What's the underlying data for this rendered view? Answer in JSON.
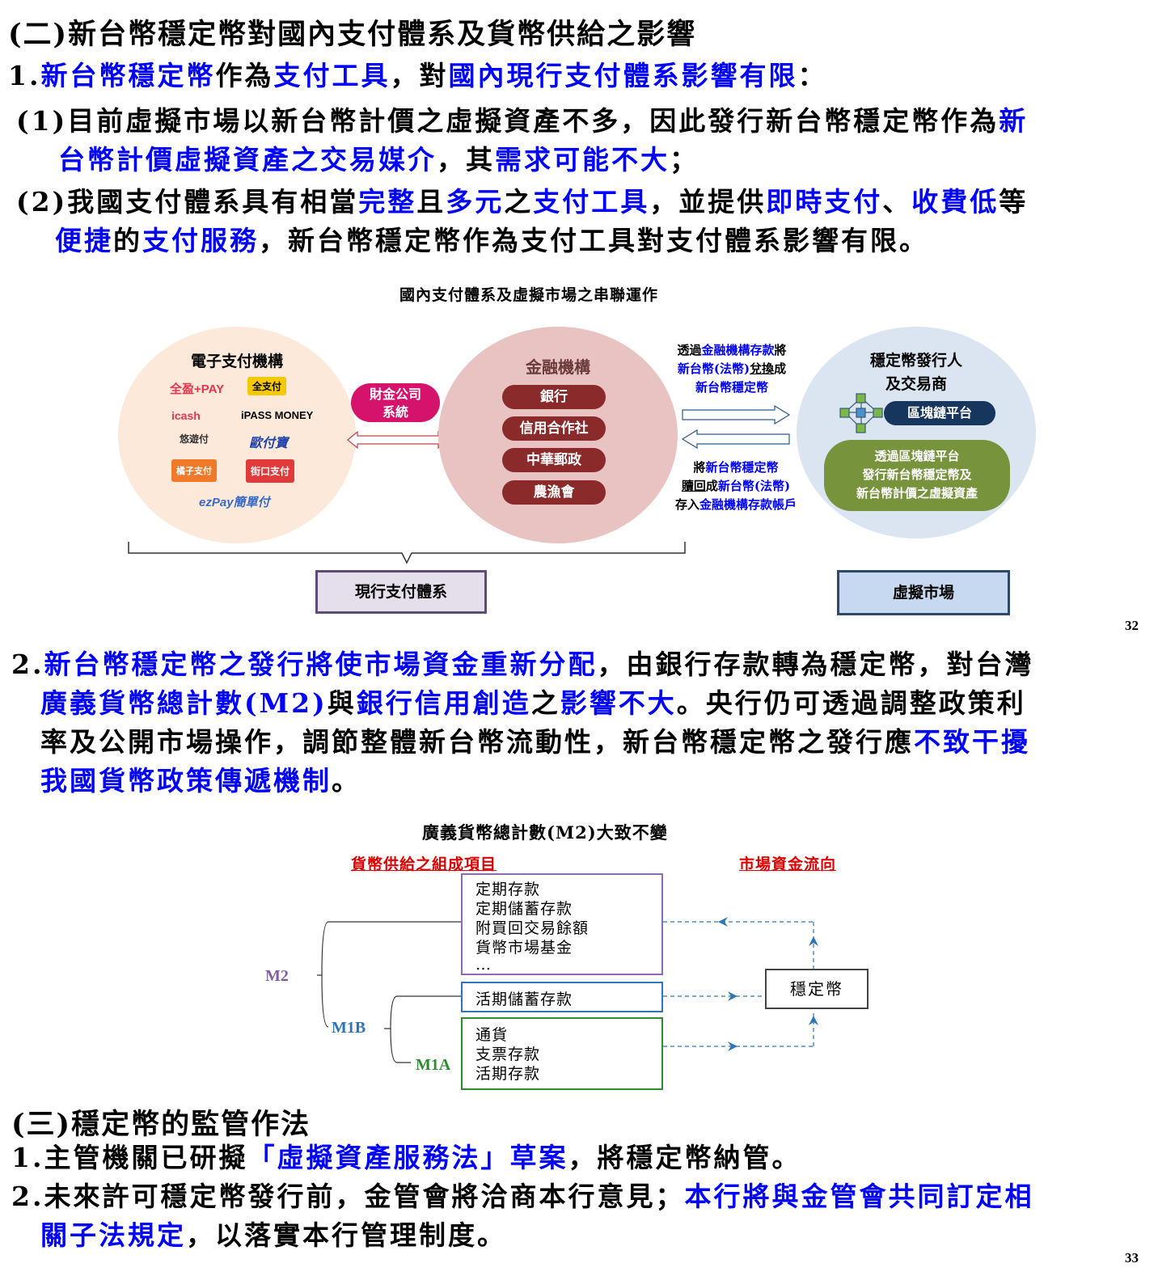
{
  "section2": {
    "heading": "(二)新台幣穩定幣對國內支付體系及貨幣供給之影響",
    "point1": {
      "num": "1.",
      "a": "新台幣穩定幣",
      "b": "作為",
      "c": "支付工具",
      "d": "，對",
      "e": "國內現行支付體系影響有限",
      "f": "："
    },
    "sub1": {
      "num": "(1)",
      "a": "目前虛擬市場以新台幣計價之虛擬資產不多，因此發行新台幣穩定幣作為",
      "b": "新",
      "c": "台幣計價虛擬資產之交易媒介",
      "d": "，其",
      "e": "需求可能不大",
      "f": "；"
    },
    "sub2": {
      "num": "(2)",
      "a": "我國支付體系具有相當",
      "b": "完整",
      "c": "且",
      "d": "多元",
      "e": "之",
      "f": "支付工具",
      "g": "，並提供",
      "h": "即時支付",
      "i": "、",
      "j": "收費低",
      "k": "等",
      "l": "便捷",
      "m": "的",
      "n": "支付服務",
      "o": "，新台幣穩定幣作為支付工具對支付體系影響有限。"
    }
  },
  "diagram1": {
    "title": "國內支付體系及虛擬市場之串聯運作",
    "left_circle_title": "電子支付機構",
    "logos": [
      "全盈+PAY",
      "全支付",
      "icash",
      "iPASS MONEY",
      "悠遊付",
      "歐付寶",
      "橘子支付",
      "街口支付",
      "ezPay簡單付"
    ],
    "finance_company": "財金公司\n系統",
    "mid_circle_title": "金融機構",
    "mid_items": [
      "銀行",
      "信用合作社",
      "中華郵政",
      "農漁會"
    ],
    "arrow_top": {
      "l1a": "透過",
      "l1b": "金融機構存款",
      "l1c": "將",
      "l2a": "新台幣(法幣)",
      "l2b": "兌換",
      "l2c": "成",
      "l3": "新台幣穩定幣"
    },
    "arrow_bottom": {
      "l1a": "將",
      "l1b": "新台幣穩定幣",
      "l2a": "贖回",
      "l2b": "成",
      "l2c": "新台幣(法幣)",
      "l3a": "存入",
      "l3b": "金融機構存款帳戶"
    },
    "right_circle_title": "穩定幣發行人\n及交易商",
    "blockchain_label": "區塊鏈平台",
    "green_box": "透過區塊鏈平台\n發行新台幣穩定幣及\n新台幣計價之虛擬資產",
    "label_current": "現行支付體系",
    "label_virtual": "虛擬市場",
    "page_no": "32"
  },
  "point2": {
    "num": "2.",
    "a": "新台幣穩定幣之發行將使市場資金重新分配",
    "b": "，由銀行存款轉為穩定幣，對台灣",
    "c": "廣義貨幣總計數(M2)",
    "d": "與",
    "e": "銀行信用創造",
    "f": "之",
    "g": "影響不大",
    "h": "。央行仍可透過調整政策利",
    "i": "率及公開市場操作，調節整體新台幣流動性，新台幣穩定幣之發行應",
    "j": "不致干擾",
    "k": "我國貨幣政策傳遞機制",
    "l": "。"
  },
  "diagram2": {
    "title": "廣義貨幣總計數(M2)大致不變",
    "left_header": "貨幣供給之組成項目",
    "right_header": "市場資金流向",
    "box_m2": [
      "定期存款",
      "定期儲蓄存款",
      "附買回交易餘額",
      "貨幣市場基金",
      "…"
    ],
    "box_m1b": [
      "活期儲蓄存款"
    ],
    "box_m1a": [
      "通貨",
      "支票存款",
      "活期存款"
    ],
    "label_m2": "M2",
    "label_m1b": "M1B",
    "label_m1a": "M1A",
    "stable": "穩定幣",
    "colors": {
      "m2": "#7f5fa0",
      "m1b": "#2e75b6",
      "m1a": "#2e8b2e"
    }
  },
  "section3": {
    "heading": "(三)穩定幣的監管作法",
    "p1": {
      "num": "1.",
      "a": "主管機關已研擬",
      "b": "「虛擬資產服務法」草案",
      "c": "，將穩定幣納管。"
    },
    "p2": {
      "num": "2.",
      "a": "未來許可穩定幣發行前，金管會將洽商本行意見；",
      "b": "本行將與金管會共同訂定相",
      "c": "關子法規定",
      "d": "，以落實本行管理制度。"
    },
    "page_no": "33"
  }
}
